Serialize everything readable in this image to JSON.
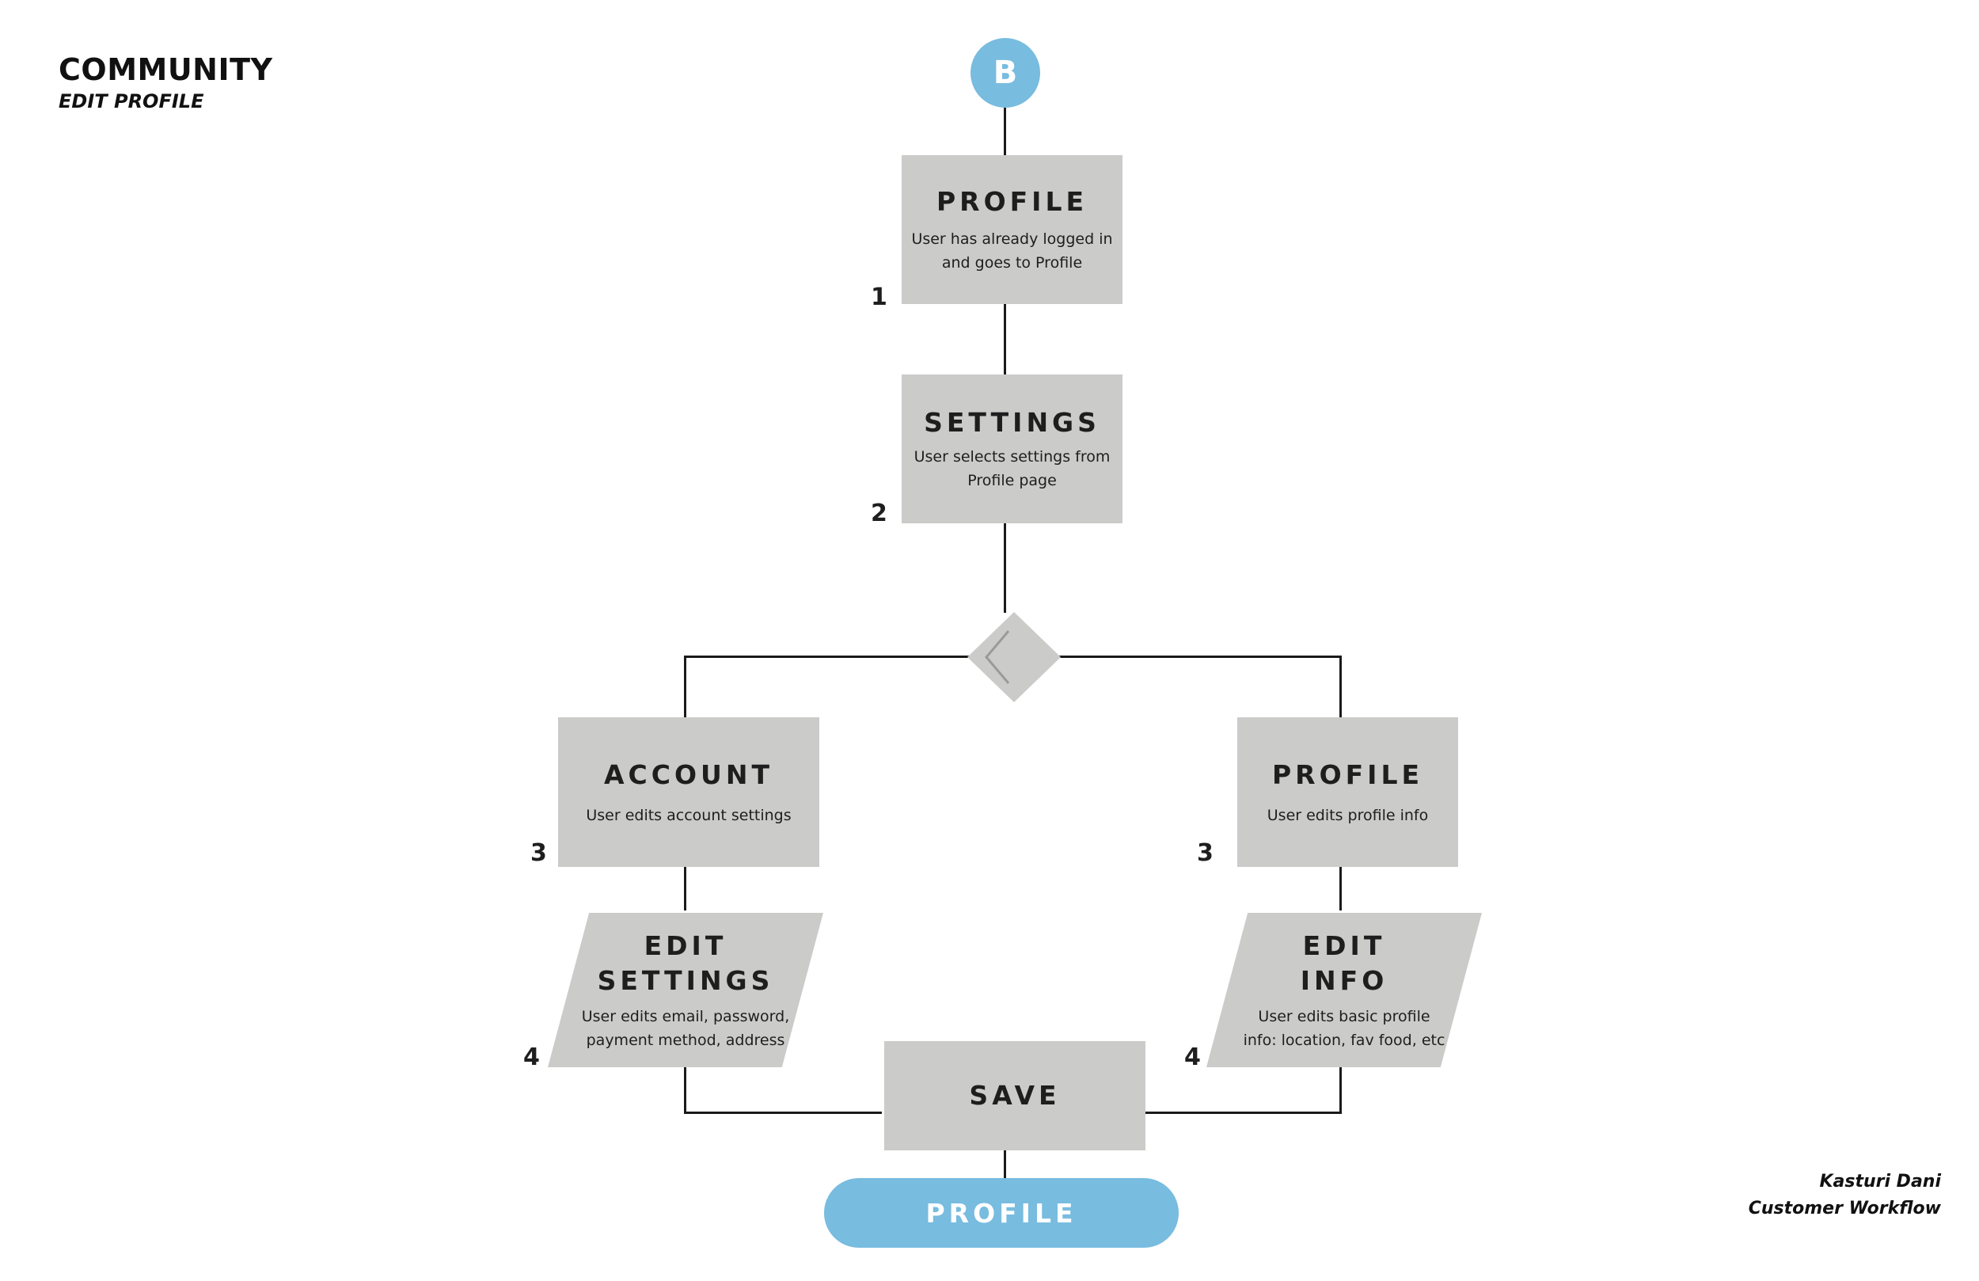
{
  "header": {
    "title": "COMMUNITY",
    "subtitle": "EDIT PROFILE"
  },
  "footer": {
    "author": "Kasturi Dani",
    "caption": "Customer Workflow"
  },
  "start_connector": {
    "label": "B",
    "color": "#78bcdf"
  },
  "nodes": {
    "profile": {
      "title": "PROFILE",
      "desc": "User has already logged in and goes to Profile",
      "step": "1"
    },
    "settings": {
      "title": "SETTINGS",
      "desc": "User selects settings from Profile page",
      "step": "2"
    },
    "account": {
      "title": "ACCOUNT",
      "desc": "User edits account settings",
      "step": "3"
    },
    "profile_info": {
      "title": "PROFILE",
      "desc": "User edits profile info",
      "step": "3"
    },
    "edit_settings": {
      "title_line1": "EDIT",
      "title_line2": "SETTINGS",
      "desc": "User edits email, password, payment method, address",
      "step": "4"
    },
    "edit_info": {
      "title_line1": "EDIT",
      "title_line2": "INFO",
      "desc": "User edits basic profile info: location, fav food, etc",
      "step": "4"
    },
    "save": {
      "title": "SAVE"
    }
  },
  "end_terminal": {
    "label": "PROFILE",
    "color": "#78bcdf"
  },
  "colors": {
    "box": "#cbcbc9",
    "accent": "#78bcdf",
    "line": "#1a1a1a"
  }
}
